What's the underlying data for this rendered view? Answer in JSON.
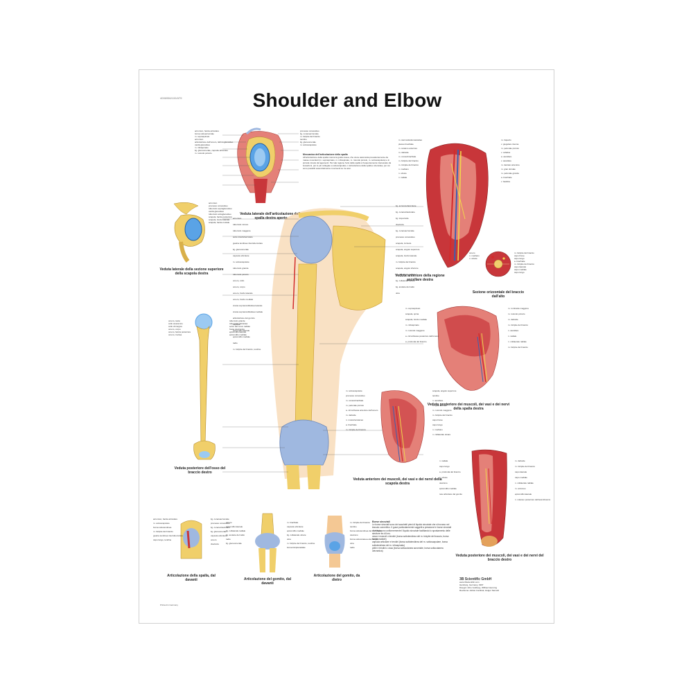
{
  "poster": {
    "code": "4006956/100/AT9",
    "title": "Shoulder and Elbow",
    "printed": "Printed in Germany"
  },
  "captions": {
    "lateral_open": "Veduta laterale dell'articolazione della spalla destra aperto",
    "scapula_section": "Veduta laterale della sezione superiore della scapola destra",
    "humerus_post": "Veduta posteriore dell'osso del braccio destro",
    "axilla": "Veduta anteriore della regione ascellare destra",
    "arm_section": "Sezione orizzontale del braccio dall'alto",
    "post_muscles_shoulder": "Veduta posteriore dei muscoli, dei vasi e dei nervi della spalla destra",
    "ant_muscles_scapula": "Veduta anteriore dei muscoli, dei vasi e dei nervi della scapola destra",
    "post_muscles_arm": "Veduta posteriore dei muscoli, dei vasi e dei nervi del braccio destro",
    "shoulder_front": "Articolazione della spalla, dal davanti",
    "elbow_front": "Articolazione del gomito, dal davanti",
    "elbow_back": "Articolazione del gomito, da dietro"
  },
  "mechanics": {
    "title": "Meccanica dell'articolazione della spalla",
    "text": "All'articolazione della spalla manca la guida ossea, che viene assicurata prevalentemente da masse muscolari (m. sopraspinato, m. infraspinato, m. rotondo piccolo, m. sottoscapolare) e in piccola misura da legamenti. Per tale ragione l'arto della spalla è frequentemente interessato da lussazioni, per lo più collegate a sottoscapolare. L'articolazione della spalla è sferoidea, per cui sono possibili essenzialmente movimenti su tre assi."
  },
  "bursa": {
    "title": "Borse sinoviali",
    "text": "Le borse sinoviali sono dei sacchetti pieni di liquido sinoviale che si trovano nel tessuto connettivo. Il gusci particolarmente soggetti a pressione le borse sinoviali distribuiscono uniformemente il liquido sinoviale facilitando lo spostamento delle strutture fra di loro.",
    "items": [
      "ossa e muscoli o tendini (borsa sottotendinea del m. bicipite del braccio, borsa bicipitoradiale)",
      "capsula articolare e tendini (borsa sottotendinea del m. sottoscapolare, borsa sottotendinea del m. infraspinato)",
      "pelle e tendini o ossa (borsa sottocutanea acromiale, borsa sottocutanea olecranica)"
    ]
  },
  "publisher": {
    "brand": "3B Scientific GmbH",
    "lines": [
      "www.3bscientific.com",
      "Hamburg, Germany, 1997",
      "Disegni: Arbo Gottberg, Wilfried Henning",
      "Revisione: Adrian Cardinal, Holger Nemeth"
    ]
  },
  "labels": {
    "lateral_open": [
      "acromion, faccia articolare",
      "borsa sottoacromiale",
      "m. sopraspinato",
      "acromion",
      "articolazione dell'omero, labbro glenoideo",
      "cavità glenoidea",
      "m. infraspinato",
      "lig. glenoomerale, capsula articolare",
      "m. rotondo piccolo",
      "processo coracoideo",
      "lig. coracoacromiale",
      "m. bicipite del braccio",
      "tendine",
      "lig. glenoomerale",
      "m. sottoscapolare"
    ],
    "scapula_section": [
      "acromion",
      "processo coracoideo",
      "tubercolo sopraglenoideo",
      "cavità glenoidea",
      "tubercolo sottoglenoideo",
      "scapola, faccia posteriore",
      "scapola, bordo laterale",
      "scapola, faccia costale"
    ],
    "humerus_post": [
      "omero, testa",
      "collo anatomico",
      "collo chirurgico",
      "tubercolo grande",
      "omero, corpo",
      "tuberosità deltoidea",
      "solco del nervo radiale",
      "omero, faccia posteriore",
      "omero, troclea",
      "fossa olecranica",
      "epicondilo laterale",
      "epicondilo mediale"
    ],
    "main_arm": [
      "lig. acromioclavicolare",
      "lig. coracoclavicolare",
      "lig. trapezoide",
      "clavicola",
      "acromion",
      "lig. coracoacromiale",
      "processo coracoideo",
      "scapola, incisura",
      "scapola, angolo superiore",
      "scapola, bordo laterale",
      "m. bicipite del braccio",
      "tubercolo minore",
      "tubercolo maggiore",
      "solco intertubercolare",
      "guaina tendinea intertubercolare",
      "lig. glenoomerale",
      "capsula articolare",
      "m. sottoscapolare",
      "tubercolo grande",
      "tubercolo piccolo",
      "omero, collo",
      "omero, corpo",
      "scapola, angolo inferiore",
      "omero, bordo laterale",
      "omero, bordo mediale",
      "cresta sopracondiloidea laterale",
      "cresta sopracondiloidea mediale",
      "articolazione del gomito",
      "capsula",
      "epicondilo laterale",
      "epicondilo mediale",
      "lig. collaterale radiale",
      "lig. collaterale ulnare",
      "lig. anulare del radio",
      "radio",
      "ulna",
      "m. bicipite del braccio, tendine"
    ],
    "axilla": [
      "m. sternocleidomastoideo",
      "m. trapezio",
      "m. scaleno anteriore",
      "v. giugulare interna",
      "m. pettorale piccolo",
      "v. cefalica",
      "plesso brachiale",
      "a. ascellare",
      "v. ascellare",
      "m. deltoide",
      "m. coracobrachiale",
      "m. bicipite del braccio",
      "m. tricipite del braccio",
      "n. mediano",
      "n. ulnare",
      "n. radiale",
      "m. dentato anteriore",
      "m. gran dorsale",
      "m. pettorale grande",
      "a. brachiale",
      "v. basilica"
    ],
    "arm_section": [
      "m. bicipite del braccio",
      "capo breve",
      "capo lungo",
      "omero",
      "n. mediano",
      "a. brachiale",
      "n. ulnare",
      "m. tricipite del braccio",
      "capo laterale",
      "capo mediale",
      "capo lungo"
    ],
    "post_muscles_shoulder": [
      "m. sopraspinato",
      "scapola, spina",
      "scapola, bordo mediale",
      "m. romboide maggiore",
      "m. infraspinato",
      "m. rotondo piccolo",
      "m. rotondo maggiore",
      "m. deltoide",
      "m. tricipite del braccio",
      "n. ascellare",
      "a. circonflessa posteriore dell'omero",
      "n. radiale",
      "a. profonda del braccio",
      "n. collaterale radiale",
      "m. bicipite del braccio"
    ],
    "ant_muscles_scapula": [
      "scapola, angolo superiore",
      "m. sottoscapolare",
      "processo coracoideo",
      "m. coracobrachiale",
      "m. pettorale piccolo",
      "tendine",
      "a. circonflessa anteriore dell'omero",
      "n. ascellare",
      "m. deltoide",
      "m. gran dorsale",
      "m. rotondo maggiore",
      "m. bicipite del braccio",
      "capo breve",
      "capo lungo",
      "n. muscolocutaneo",
      "n. mediano",
      "a. brachiale",
      "n. collaterale ulnare",
      "m. tricipite del braccio"
    ],
    "post_muscles_arm": [
      "m. deltoide",
      "n. radiale",
      "m. tricipite del braccio",
      "capo laterale",
      "capo lungo",
      "capo mediale",
      "a. profonda del braccio",
      "n. collaterale radiale",
      "n. ulnare",
      "m. anconeo",
      "olecrano",
      "epicondilo laterale",
      "epicondilo mediale",
      "rete articolare del gomito",
      "n. cutaneo posteriore dell'avambraccio"
    ],
    "shoulder_front": [
      "acromion, faccia articolare",
      "m. sottoscapolare",
      "borsa sottotendinea",
      "m. bicipite del braccio",
      "guaina tendinea intertubercolare",
      "capo lungo, tendine",
      "lig. coracoacromiale",
      "processo coracoideo",
      "lig. coracoclavicolare",
      "lig. glenoomerale",
      "capsula articolare",
      "omero",
      "clavicola"
    ],
    "elbow_front": [
      "omero",
      "m. brachiale",
      "capsula articolare",
      "epicondilo laterale",
      "epicondilo mediale",
      "lig. collaterale radiale",
      "lig. collaterale ulnare",
      "lig. anulare del radio",
      "radio",
      "ulna",
      "m. bicipite del braccio, tendine",
      "borsa bicipitoradiale",
      "lig. glenoomerale"
    ],
    "elbow_back": [
      "m. tricipite del braccio",
      "tendine",
      "borsa sottotendinea del m. tricipite",
      "olecrano",
      "borsa sottocutanea olecranica",
      "ulna",
      "radio"
    ]
  },
  "colors": {
    "bone": "#f0cf6a",
    "bone_dark": "#c99a2e",
    "muscle": "#c8363a",
    "muscle_light": "#e48078",
    "ligament": "#9fb8e0",
    "cartilage": "#7ab3e8",
    "artery": "#d22b2b",
    "vein": "#3b5fb0",
    "nerve": "#f2d64b",
    "skin": "#f4c894"
  }
}
